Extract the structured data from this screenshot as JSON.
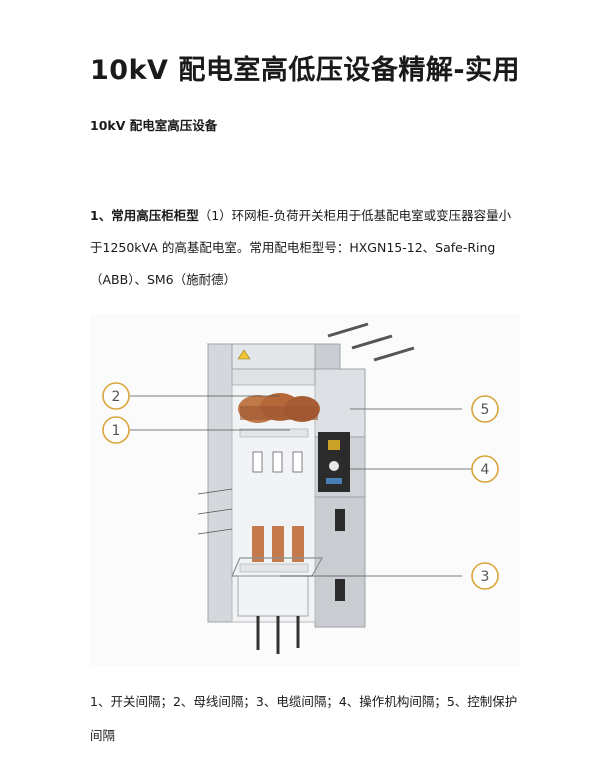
{
  "title": "10kV 配电室高低压设备精解-实用",
  "subtitle": "10kV 配电室高压设备",
  "paragraph": {
    "lead": "1、常用高压柜柜型",
    "body": "（1）环网柜-负荷开关柜用于低基配电室或变压器容量小于1250kVA 的高基配电室。常用配电柜型号：HXGN15-12、Safe-Ring（ABB）、SM6（施耐德）"
  },
  "figure": {
    "callouts": [
      "2",
      "1",
      "5",
      "4",
      "3"
    ],
    "colors": {
      "callout": "#d9a53b",
      "cabinet": "#c9ccd1",
      "busbar": "#b5673a",
      "panel": "#2b2b2b"
    }
  },
  "caption": "1、开关间隔；2、母线间隔；3、电缆间隔；4、操作机构间隔；5、控制保护间隔"
}
